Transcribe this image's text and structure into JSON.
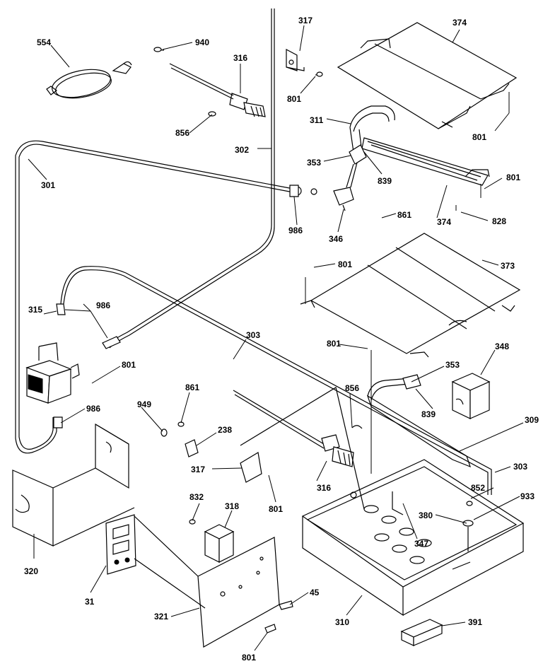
{
  "callouts": [
    {
      "id": "c554",
      "text": "554"
    },
    {
      "id": "c940",
      "text": "940"
    },
    {
      "id": "c316a",
      "text": "316"
    },
    {
      "id": "c317a",
      "text": "317"
    },
    {
      "id": "c374a",
      "text": "374"
    },
    {
      "id": "c801a",
      "text": "801"
    },
    {
      "id": "c856",
      "text": "856"
    },
    {
      "id": "c311",
      "text": "311"
    },
    {
      "id": "c801b",
      "text": "801"
    },
    {
      "id": "c302",
      "text": "302"
    },
    {
      "id": "c301",
      "text": "301"
    },
    {
      "id": "c353a",
      "text": "353"
    },
    {
      "id": "c839a",
      "text": "839"
    },
    {
      "id": "c801c",
      "text": "801"
    },
    {
      "id": "c986a",
      "text": "986"
    },
    {
      "id": "c346",
      "text": "346"
    },
    {
      "id": "c861a",
      "text": "861"
    },
    {
      "id": "c374b",
      "text": "374"
    },
    {
      "id": "c828",
      "text": "828"
    },
    {
      "id": "c801d",
      "text": "801"
    },
    {
      "id": "c373",
      "text": "373"
    },
    {
      "id": "c315",
      "text": "315"
    },
    {
      "id": "c986b",
      "text": "986"
    },
    {
      "id": "c303a",
      "text": "303"
    },
    {
      "id": "c801e",
      "text": "801"
    },
    {
      "id": "c801f",
      "text": "801"
    },
    {
      "id": "c353b",
      "text": "353"
    },
    {
      "id": "c348",
      "text": "348"
    },
    {
      "id": "c861b",
      "text": "861"
    },
    {
      "id": "c949",
      "text": "949"
    },
    {
      "id": "c856b",
      "text": "856"
    },
    {
      "id": "c839b",
      "text": "839"
    },
    {
      "id": "c986c",
      "text": "986"
    },
    {
      "id": "c238",
      "text": "238"
    },
    {
      "id": "c309",
      "text": "309"
    },
    {
      "id": "c317b",
      "text": "317"
    },
    {
      "id": "c303b",
      "text": "303"
    },
    {
      "id": "c316b",
      "text": "316"
    },
    {
      "id": "c852",
      "text": "852"
    },
    {
      "id": "c933",
      "text": "933"
    },
    {
      "id": "c801g",
      "text": "801"
    },
    {
      "id": "c832",
      "text": "832"
    },
    {
      "id": "c318",
      "text": "318"
    },
    {
      "id": "c380",
      "text": "380"
    },
    {
      "id": "c347",
      "text": "347"
    },
    {
      "id": "c320",
      "text": "320"
    },
    {
      "id": "c31",
      "text": "31"
    },
    {
      "id": "c45",
      "text": "45"
    },
    {
      "id": "c321",
      "text": "321"
    },
    {
      "id": "c310",
      "text": "310"
    },
    {
      "id": "c391",
      "text": "391"
    },
    {
      "id": "c801h",
      "text": "801"
    }
  ]
}
